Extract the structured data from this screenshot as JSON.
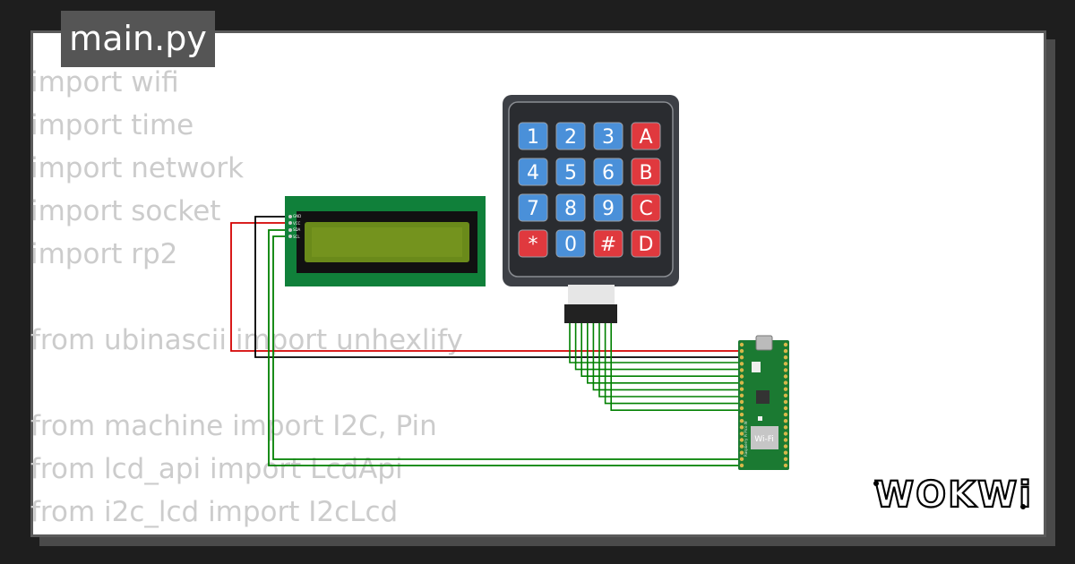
{
  "file_tab": {
    "title": "main.py"
  },
  "code_lines": [
    "import wifi",
    "import time",
    "import network",
    "import socket",
    "import rp2",
    "",
    "from ubinascii import unhexlify",
    "",
    "from machine import I2C, Pin",
    "from lcd_api import LcdApi",
    "from i2c_lcd import I2cLcd"
  ],
  "lcd": {
    "pins": [
      "GND",
      "VCC",
      "SDA",
      "SCL"
    ],
    "colors": {
      "board": "#10803a",
      "screen": "#6a8a1a"
    }
  },
  "keypad": {
    "keys": [
      [
        "1",
        "2",
        "3",
        "A"
      ],
      [
        "4",
        "5",
        "6",
        "B"
      ],
      [
        "7",
        "8",
        "9",
        "C"
      ],
      [
        "*",
        "0",
        "#",
        "D"
      ]
    ],
    "colors": {
      "numeric": "#4a90d9",
      "letter": "#e0393e",
      "body": "#3d4046"
    }
  },
  "pico": {
    "label": "Wi-Fi",
    "board_text": "Raspberry Pi Pico W",
    "color": "#1b7a32"
  },
  "wire_colors": {
    "power": "#d40000",
    "ground": "#000000",
    "signal": "#008000"
  },
  "logo": {
    "text": "WOKWi"
  }
}
